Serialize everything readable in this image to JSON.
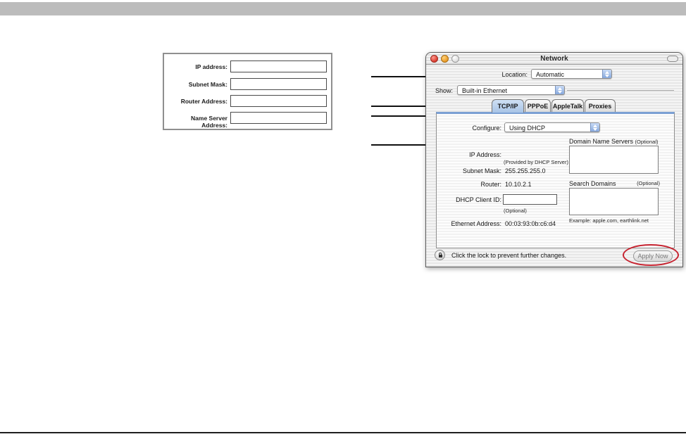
{
  "page": {
    "top_bar_color": "#bcbcbc",
    "bottom_rule_color": "#1f1f1f"
  },
  "address_form": {
    "fields": [
      {
        "label": "IP address:",
        "value": ""
      },
      {
        "label": "Subnet Mask:",
        "value": ""
      },
      {
        "label": "Router Address:",
        "value": ""
      },
      {
        "label": "Name Server Address:",
        "value": ""
      }
    ]
  },
  "network_window": {
    "title": "Network",
    "location": {
      "label": "Location:",
      "value": "Automatic"
    },
    "show": {
      "label": "Show:",
      "value": "Built-in Ethernet"
    },
    "tabs": [
      "TCP/IP",
      "PPPoE",
      "AppleTalk",
      "Proxies"
    ],
    "selected_tab": "TCP/IP",
    "tcpip_panel": {
      "configure": {
        "label": "Configure:",
        "value": "Using DHCP"
      },
      "ip_address": {
        "label": "IP Address:",
        "note": "(Provided by DHCP Server)"
      },
      "subnet_mask": {
        "label": "Subnet Mask:",
        "value": "255.255.255.0"
      },
      "router": {
        "label": "Router:",
        "value": "10.10.2.1"
      },
      "dhcp_client_id": {
        "label": "DHCP Client ID:",
        "value": "",
        "note": "(Optional)"
      },
      "ethernet_address": {
        "label": "Ethernet Address:",
        "value": "00:03:93:0b:c6:d4"
      },
      "dns_servers": {
        "label": "Domain Name Servers",
        "optional": "(Optional)",
        "value": ""
      },
      "search_domains": {
        "label": "Search Domains",
        "optional": "(Optional)",
        "value": "",
        "example": "Example: apple.com, earthlink.net"
      }
    },
    "footer": {
      "lock_text": "Click the lock to prevent further changes.",
      "apply_button": "Apply Now"
    },
    "colors": {
      "selected_tab": "#b9cfe9",
      "stepper_blue": "#86a8dd",
      "annotation_red": "#c62330"
    }
  }
}
